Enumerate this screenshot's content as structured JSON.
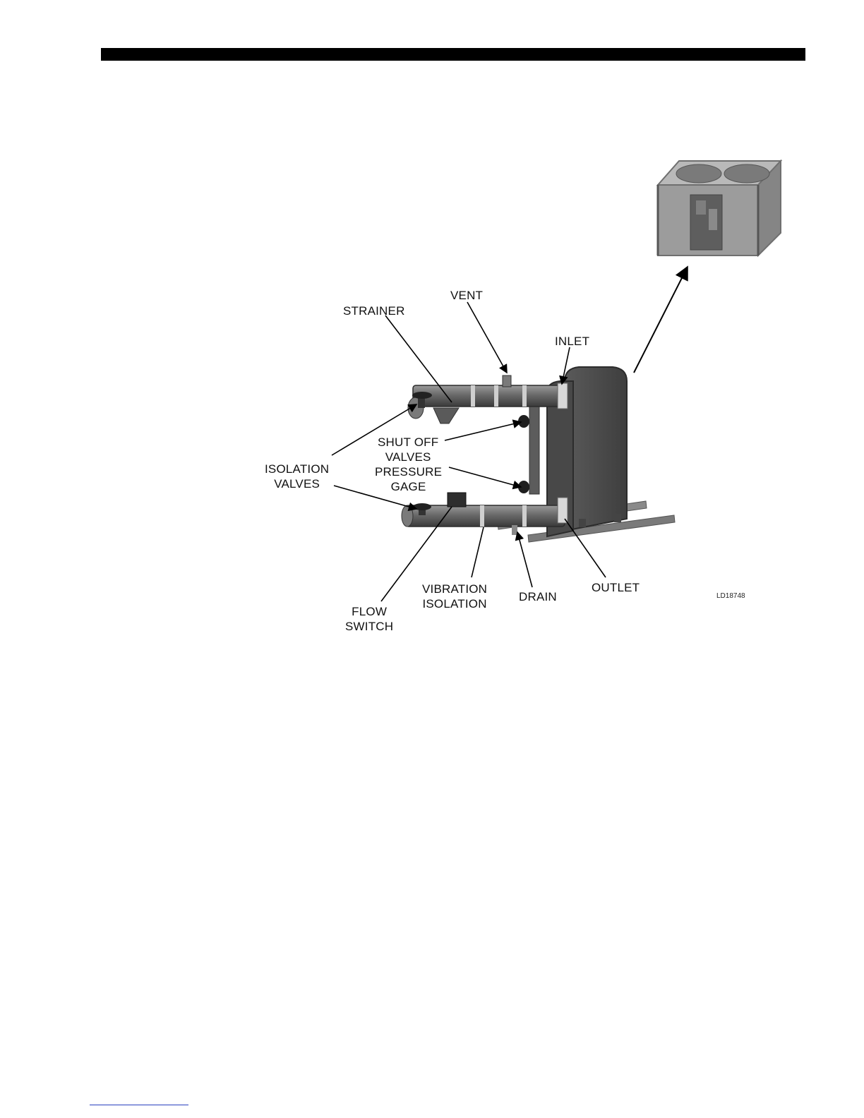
{
  "labels": {
    "strainer": "STRAINER",
    "vent": "VENT",
    "inlet": "INLET",
    "shut_off_valves": "SHUT OFF\nVALVES",
    "pressure_gage": "PRESSURE\nGAGE",
    "isolation_valves": "ISOLATION\nVALVES",
    "vibration_isolation": "VIBRATION\nISOLATION",
    "drain": "DRAIN",
    "outlet": "OUTLET",
    "flow_switch": "FLOW\nSWITCH"
  },
  "figure_id": "LD18748"
}
